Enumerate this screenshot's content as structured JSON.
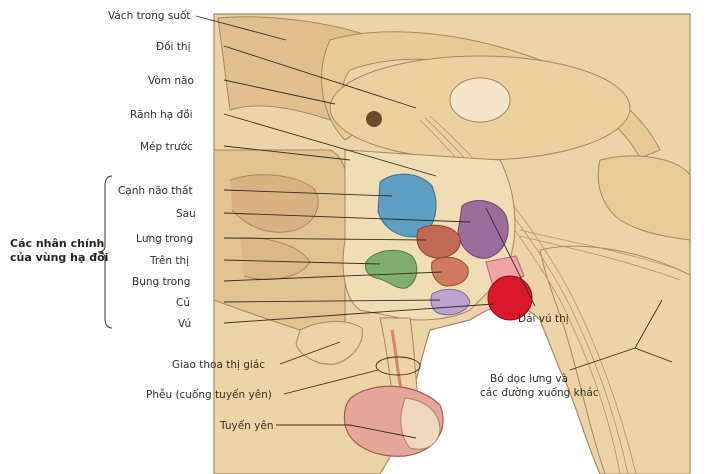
{
  "labels": {
    "vach_trong_suot": "Vách trong suốt",
    "doi_thi": "Đồi thị",
    "vom_nao": "Vòm não",
    "ranh_ha_doi": "Rãnh hạ đồi",
    "mep_truoc": "Mép trước",
    "canh_nao_that": "Cạnh não thất",
    "sau": "Sau",
    "lung_trong": "Lưng trong",
    "tren_thi": "Trên thị",
    "bung_trong": "Bụng trong",
    "cu": "Củ",
    "vu": "Vú",
    "giao_thoa_thi_giac": "Giao thoa thị giác",
    "pheu": "Phễu (cuống tuyến yên)",
    "tuyen_yen": "Tuyến yên",
    "dai_vu_thi": "Dải vú thị",
    "bo_doc_lung_1": "Bó dọc lưng và",
    "bo_doc_lung_2": "các đường xuống khác"
  },
  "group": {
    "line1": "Các nhân chính",
    "line2": "của vùng hạ đồi"
  },
  "colors": {
    "tissue": "#ecd3a8",
    "tissue_dark": "#d8b585",
    "outline": "#a88760",
    "paraventricular": "#5f9fc4",
    "posterior": "#9c6c9c",
    "dorsomedial": "#c26a55",
    "supraoptic": "#7fae6e",
    "ventromedial": "#d27a60",
    "tuberal": "#b9a4cf",
    "mammillary": "#d9182e",
    "pituitary": "#e7a69a"
  }
}
